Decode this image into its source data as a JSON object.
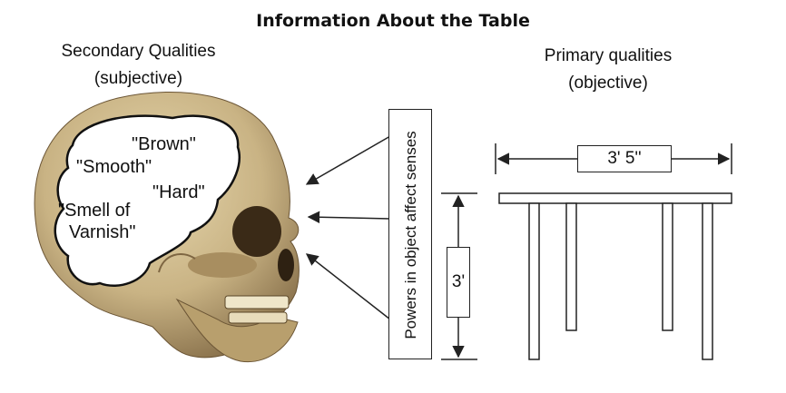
{
  "title": "Information About the Table",
  "secondary": {
    "heading": "Secondary Qualities",
    "note": "(subjective)"
  },
  "primary": {
    "heading": "Primary qualities",
    "note": "(objective)"
  },
  "perceptions": {
    "brown": "\"Brown\"",
    "smooth": "\"Smooth\"",
    "hard": "\"Hard\"",
    "smell_line1": "\"Smell of",
    "smell_line2": "Varnish\""
  },
  "powers_label": "Powers in object affect senses",
  "dimensions": {
    "width": "3' 5''",
    "height": "3'"
  },
  "colors": {
    "skull": "#c9b384",
    "skull_shadow": "#8a7148",
    "line": "#222222"
  }
}
